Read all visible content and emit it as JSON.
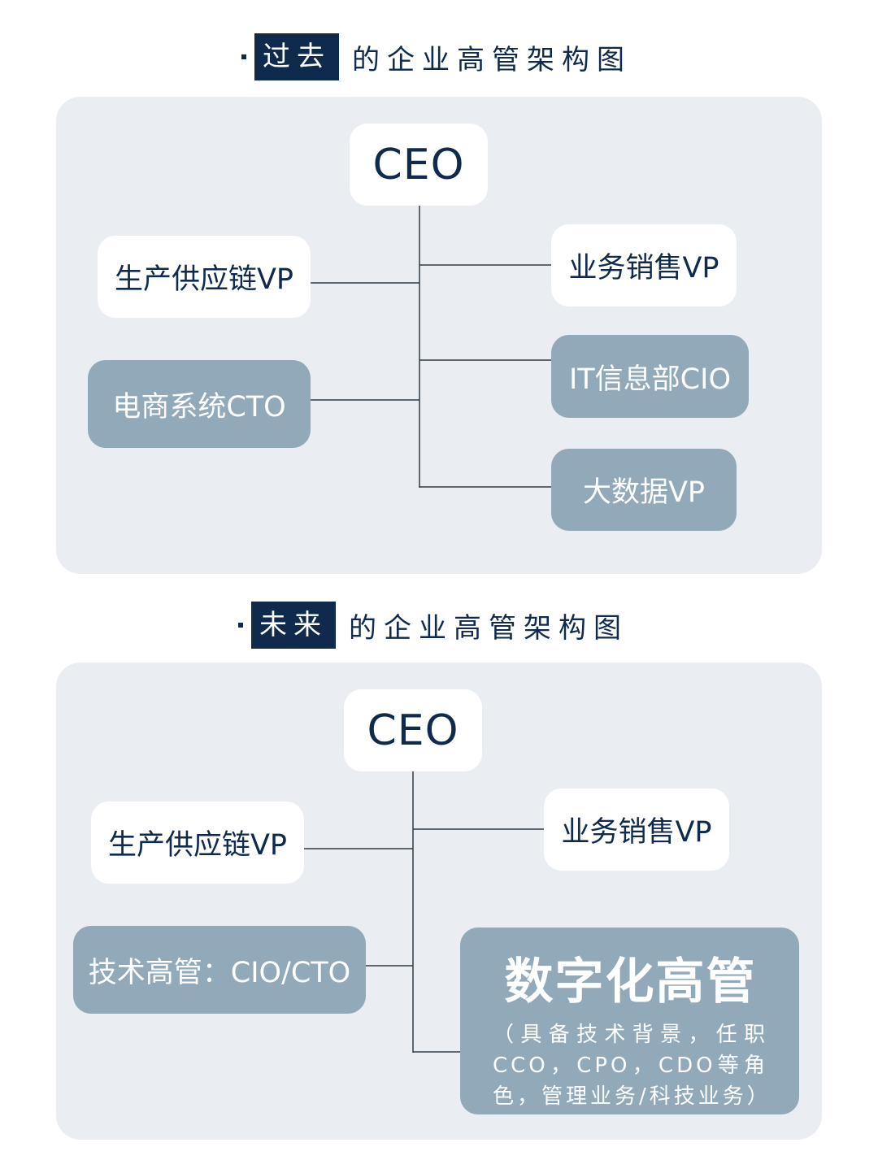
{
  "past": {
    "heading_tag": "过去",
    "heading_rest": "的企业高管架构图",
    "ceo": "CEO",
    "left_boxes": [
      "生产供应链VP",
      "电商系统CTO"
    ],
    "right_boxes": [
      "业务销售VP",
      "IT信息部CIO",
      "大数据VP"
    ]
  },
  "future": {
    "heading_tag": "未来",
    "heading_rest": "的企业高管架构图",
    "ceo": "CEO",
    "left_boxes": [
      "生产供应链VP",
      "技术高管：CIO/CTO"
    ],
    "right_boxes": [
      "业务销售VP"
    ],
    "digital_title": "数字化高管",
    "digital_desc": "（具备技术背景，任职CCO，CPO，CDO等角色，管理业务/科技业务）"
  },
  "colors": {
    "navy": "#0f2a4d",
    "panel": "#eaeef2",
    "box_white": "#ffffff",
    "box_blue": "#91a9b8"
  }
}
